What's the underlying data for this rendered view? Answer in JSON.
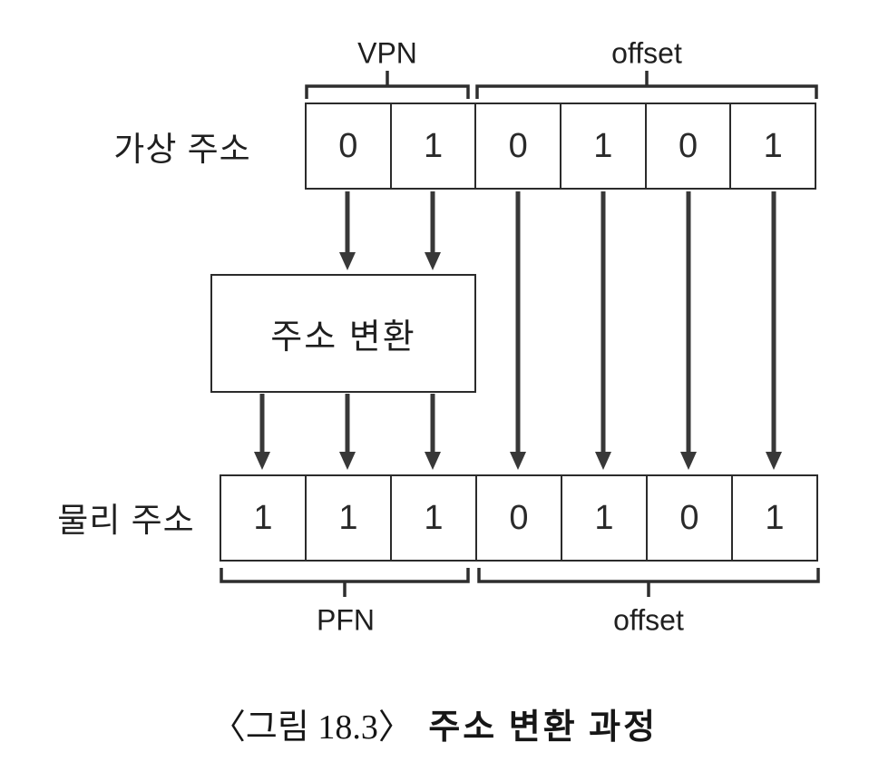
{
  "figure": {
    "caption_prefix": "〈그림 18.3〉",
    "caption_title": "주소 변환 과정"
  },
  "virtual_address": {
    "label": "가상 주소",
    "bits": [
      "0",
      "1",
      "0",
      "1",
      "0",
      "1"
    ],
    "groups": {
      "vpn": "VPN",
      "offset": "offset"
    }
  },
  "translation": {
    "label": "주소 변환"
  },
  "physical_address": {
    "label": "물리 주소",
    "bits": [
      "1",
      "1",
      "1",
      "0",
      "1",
      "0",
      "1"
    ],
    "groups": {
      "pfn": "PFN",
      "offset": "offset"
    }
  },
  "colors": {
    "line": "#2b2b2b",
    "arrow": "#383838",
    "text": "#1f1f1f",
    "background": "#ffffff"
  }
}
